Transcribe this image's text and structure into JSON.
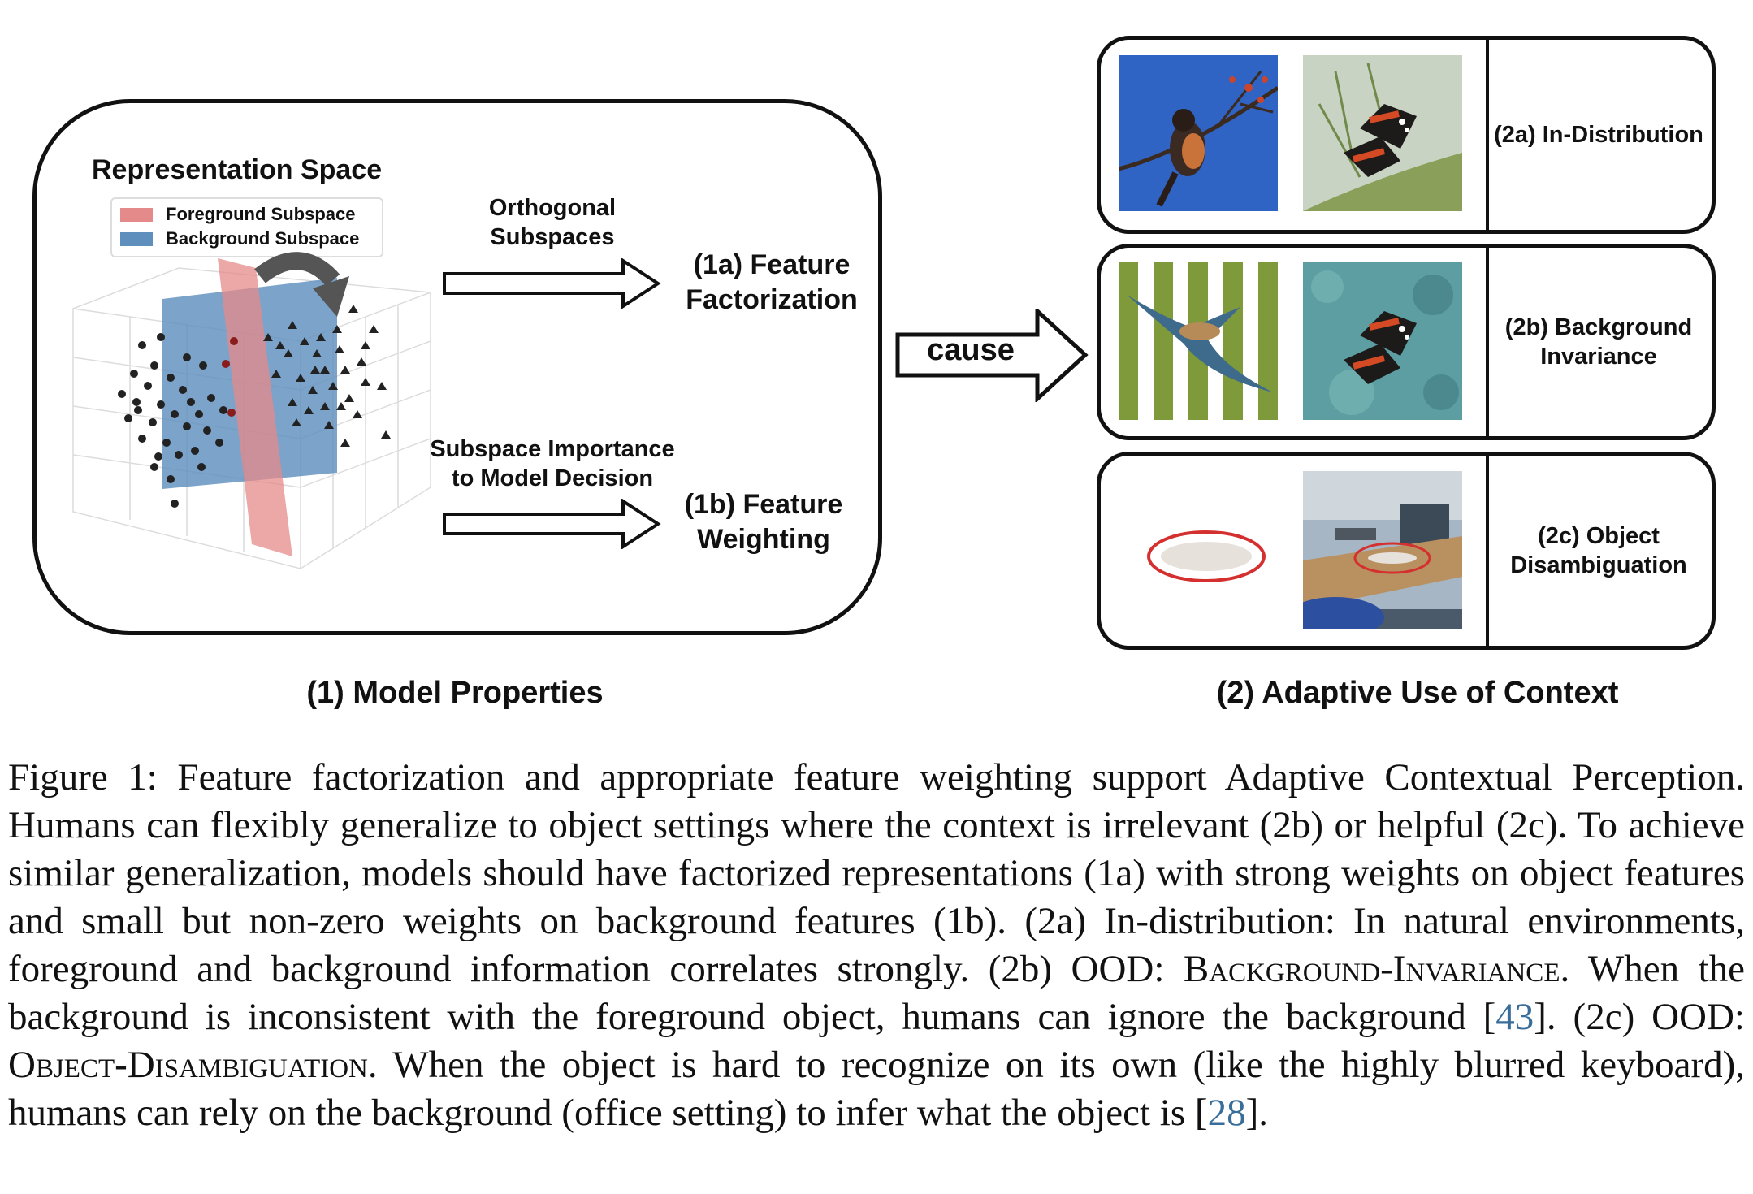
{
  "left_panel": {
    "representation_title": "Representation Space",
    "legend": [
      {
        "label": "Foreground Subspace",
        "color": "#e58a8a"
      },
      {
        "label": "Background Subspace",
        "color": "#5f8fbd"
      }
    ],
    "orthogonal_label": "Orthogonal Subspaces",
    "feature_factorization": "(1a) Feature Factorization",
    "subspace_importance": "Subspace Importance to Model Decision",
    "feature_weighting": "(1b) Feature Weighting",
    "caption": "(1)  Model Properties"
  },
  "cause_label": "cause",
  "right_panel": {
    "rows": [
      {
        "label": "(2a) In-Distribution"
      },
      {
        "label": "(2b) Background Invariance"
      },
      {
        "label": "(2c) Object Disambiguation"
      }
    ],
    "caption": "(2) Adaptive Use of Context"
  },
  "colors": {
    "foreground": "#e58a8a",
    "background": "#5f8fbd",
    "sky": "#2f63c4",
    "stripe_green": "#7f9a3a",
    "highlight_circle": "#d43030"
  },
  "caption": {
    "p1": "Figure 1:  Feature factorization and appropriate feature weighting support Adaptive Contextual Perception. Humans can flexibly generalize to object settings where the context is irrelevant (2b) or helpful (2c). To achieve similar generalization, models should have factorized representations (1a) with strong weights on object features and small but non-zero weights on background features (1b). (2a) In-distribution: In natural environments, foreground and background information correlates strongly. (2b) OOD: ",
    "sc1": "Background-Invariance",
    "p2": ". When the background is inconsistent with the foreground object, humans can ignore the background [",
    "cite1": "43",
    "p3": "]. (2c) OOD: ",
    "sc2": "Object-Disambiguation",
    "p4": ". When the object is hard to recognize on its own (like the highly blurred keyboard), humans can rely on the background (office setting) to infer what the object is [",
    "cite2": "28",
    "p5": "]."
  }
}
